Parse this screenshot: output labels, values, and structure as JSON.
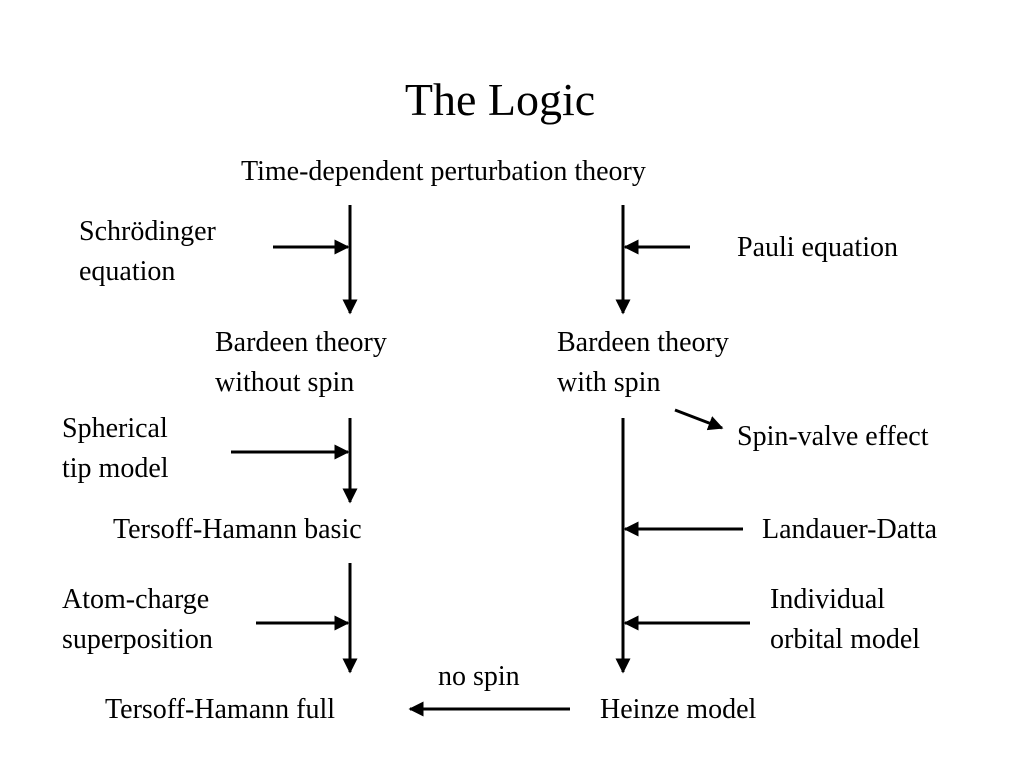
{
  "slide": {
    "title": "The Logic",
    "nodes": {
      "root": "Time-dependent perturbation theory",
      "schrodinger": [
        "Schrödinger",
        "equation"
      ],
      "pauli": "Pauli equation",
      "bardeen_no_spin": [
        "Bardeen theory",
        "without spin"
      ],
      "bardeen_spin": [
        "Bardeen theory",
        "with spin"
      ],
      "spherical_tip": [
        "Spherical",
        "tip model"
      ],
      "spin_valve": "Spin-valve effect",
      "th_basic": "Tersoff-Hamann basic",
      "landauer": "Landauer-Datta",
      "atom_charge": [
        "Atom-charge",
        "superposition"
      ],
      "individual_orbital": [
        "Individual",
        "orbital model"
      ],
      "no_spin": "no spin",
      "th_full": "Tersoff-Hamann full",
      "heinze": "Heinze model"
    }
  },
  "colors": {
    "text": "#000000",
    "arrow": "#000000",
    "background": "#ffffff"
  }
}
